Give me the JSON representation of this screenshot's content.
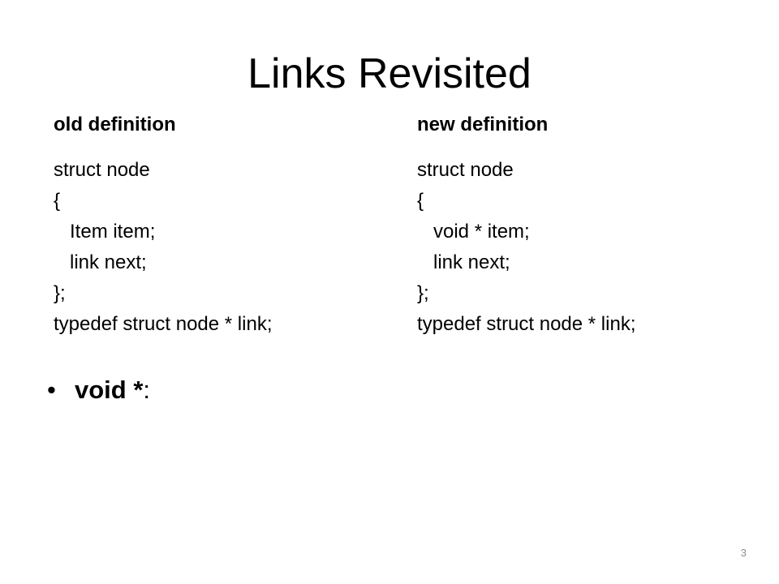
{
  "slide": {
    "title": "Links Revisited",
    "left_column": {
      "heading": "old definition",
      "code": [
        "struct node",
        "{",
        "   Item item;",
        "   link next;",
        "};",
        "typedef struct node * link;"
      ]
    },
    "right_column": {
      "heading": "new definition",
      "code": [
        "struct node",
        "{",
        "   void * item;",
        "   link next;",
        "};",
        "typedef struct node * link;"
      ]
    },
    "bullets": [
      {
        "term": "void *",
        "suffix": ":"
      }
    ],
    "page_number": "3"
  }
}
